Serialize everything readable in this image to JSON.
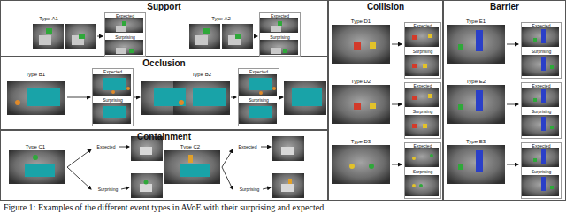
{
  "diagram": {
    "caption": "Figure 1: Examples of the different event types in AVoE with their surprising and expected",
    "nodes": [
      {
        "text": [
          "Support"
        ]
      },
      {
        "text": [
          "Expected",
          "Surprising"
        ],
        "in": 0
      },
      {
        "text": [
          "Expected",
          "Surprising"
        ],
        "in": 0
      },
      {
        "text": [
          "Occlusion"
        ]
      },
      {
        "text": [
          "Expected",
          "Surprising"
        ],
        "in": 3
      },
      {
        "text": [
          "Expected",
          "Surprising"
        ],
        "in": 3
      },
      {
        "text": [
          "Containment"
        ]
      },
      {
        "text": [
          "Collision"
        ]
      },
      {
        "text": [
          "Expected",
          "Surprising"
        ],
        "in": 7
      },
      {
        "text": [
          "Expected",
          "Surprising"
        ],
        "in": 7
      },
      {
        "text": [
          "Expected",
          "Surprising"
        ],
        "in": 7
      },
      {
        "text": [
          "Barrier"
        ]
      },
      {
        "text": [
          "Expected",
          "Surprising"
        ],
        "in": 11
      },
      {
        "text": [
          "Expected",
          "Surprising"
        ],
        "in": 11
      },
      {
        "text": [
          "Expected",
          "Surprising"
        ],
        "in": 11
      }
    ],
    "labels": [
      "Type A1",
      "Type A2",
      "Type B1",
      "Type B2",
      "Type C1",
      "Expected",
      "Surprising",
      "Type C2",
      "Expected",
      "Surprising",
      "Type D1",
      "Type D2",
      "Type D3",
      "Type E1",
      "Type E2",
      "Type E3"
    ]
  }
}
